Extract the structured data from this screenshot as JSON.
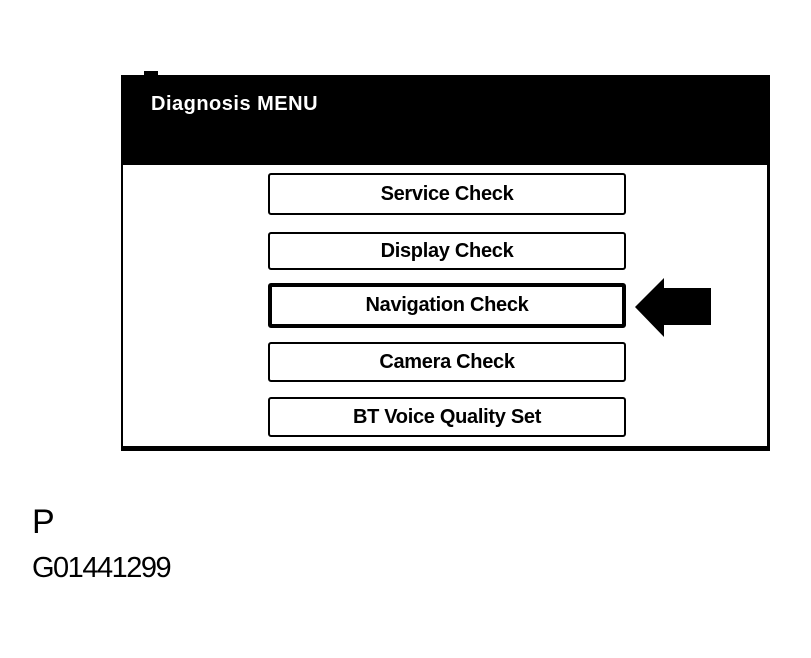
{
  "colors": {
    "ink": "#000000",
    "paper": "#ffffff",
    "header_bg": "#000000",
    "header_text": "#ffffff"
  },
  "screen": {
    "title": "Diagnosis MENU",
    "menu_items": [
      {
        "label": "Service Check",
        "selected": false
      },
      {
        "label": "Display Check",
        "selected": false
      },
      {
        "label": "Navigation Check",
        "selected": true
      },
      {
        "label": "Camera Check",
        "selected": false
      },
      {
        "label": "BT Voice Quality Set",
        "selected": false
      }
    ],
    "pointer": {
      "icon": "left-arrow-icon",
      "points_at": "Navigation Check"
    }
  },
  "caption": {
    "page_label": "P",
    "figure_code": "G01441299"
  }
}
